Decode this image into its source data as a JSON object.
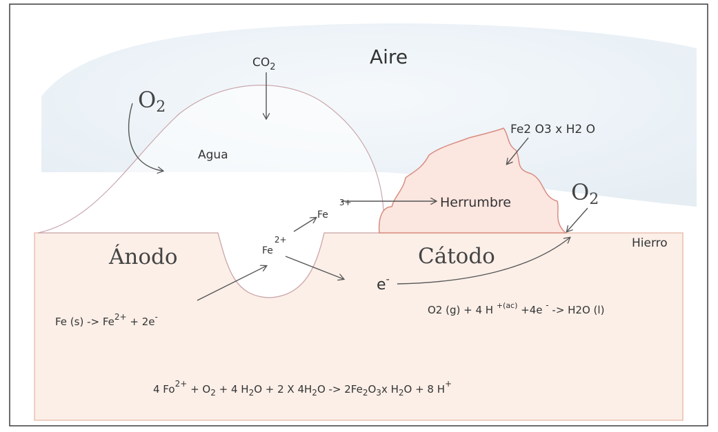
{
  "labels": {
    "air": "Aire",
    "co2_base": "CO",
    "co2_sub": "2",
    "o2_left_base": "O",
    "o2_left_sub": "2",
    "water": "Agua",
    "rust_formula": "Fe2 O3 x H2 O",
    "fe3_base": "Fe",
    "fe3_sup": "3+",
    "rust": "Herrumbre",
    "o2_right_base": "O",
    "o2_right_sub": "2",
    "iron": "Hierro",
    "anode": "Ánodo",
    "fe2_base": "Fe",
    "fe2_sup": "2+",
    "cathode": "Cátodo",
    "electron_base": "e",
    "electron_sup": "-"
  },
  "equations": {
    "anode_eq": {
      "part1": "Fe (s)  ->  Fe",
      "sup1": "2+",
      "part2": " +   2e",
      "sup2": "-"
    },
    "cathode_eq": {
      "part1": "O2 (g) + 4 H ",
      "sup1": "+(ac)",
      "part2": " +4e ",
      "sup2": "-",
      "part3": "  ->  H2O (l)"
    },
    "overall_eq": {
      "part1": "4 Fo",
      "sup1": "2+",
      "part2": " + O",
      "sub1": "2",
      "part3": " + 4 H",
      "sub2": "2",
      "part4": "O + 2 X 4H",
      "sub3": "2",
      "part5": "O  ->  2Fe",
      "sub4": "2",
      "part6": "O",
      "sub5": "3",
      "part7": "x H",
      "sub6": "2",
      "part8": "O  +  8 H",
      "sup2": "+"
    }
  },
  "colors": {
    "sky": "#e8f0f6",
    "metal": "#fbefe8",
    "metal_edge": "#e6b6a4",
    "rust_fill": "#fbe6e0",
    "rust_edge": "#d98c80",
    "drop_edge": "#c9a6ac",
    "border": "#3a3a3a",
    "arrow": "#555555"
  }
}
